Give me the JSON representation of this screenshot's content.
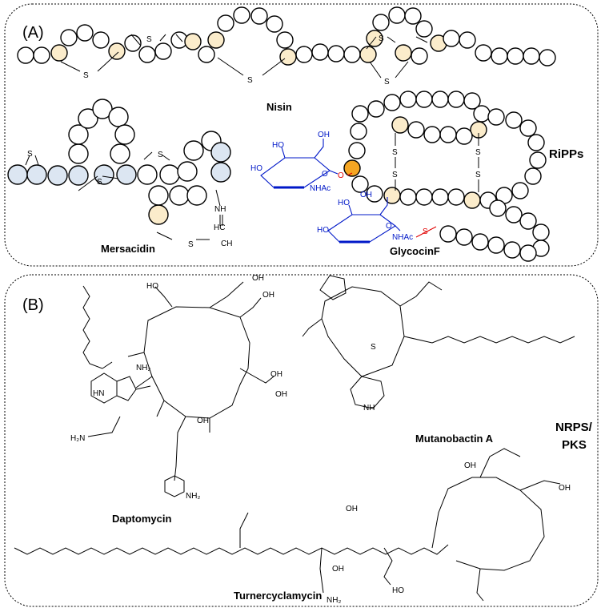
{
  "panels": {
    "a": {
      "label": "(A)",
      "class_label": "RiPPs"
    },
    "b": {
      "label": "(B)",
      "class_label_line1": "NRPS/",
      "class_label_line2": "PKS"
    }
  },
  "molecules": {
    "nisin": "Nisin",
    "mersacidin": "Mersacidin",
    "glycocin": "GlycocinF",
    "daptomycin": "Daptomycin",
    "mutanobactin": "Mutanobactin A",
    "turnercyclamycin": "Turnercyclamycin"
  },
  "atoms": {
    "S": "S",
    "N": "N",
    "H": "H",
    "O": "O",
    "NH": "NH",
    "HN": "HN",
    "OH": "OH",
    "HO": "HO",
    "NH2": "NH₂",
    "H2N": "H₂N",
    "NHAc": "NHAc",
    "HC": "HC",
    "CH": "CH"
  },
  "colors": {
    "plain_residue": "#ffffff",
    "lanthionine_residue": "#fbeccb",
    "mersacidin_residue": "#dce6f2",
    "glycosylated_residue": "#f5a623",
    "glycan": "#0018c8",
    "glyco_linkage": "#e10000",
    "outline": "#000000"
  }
}
